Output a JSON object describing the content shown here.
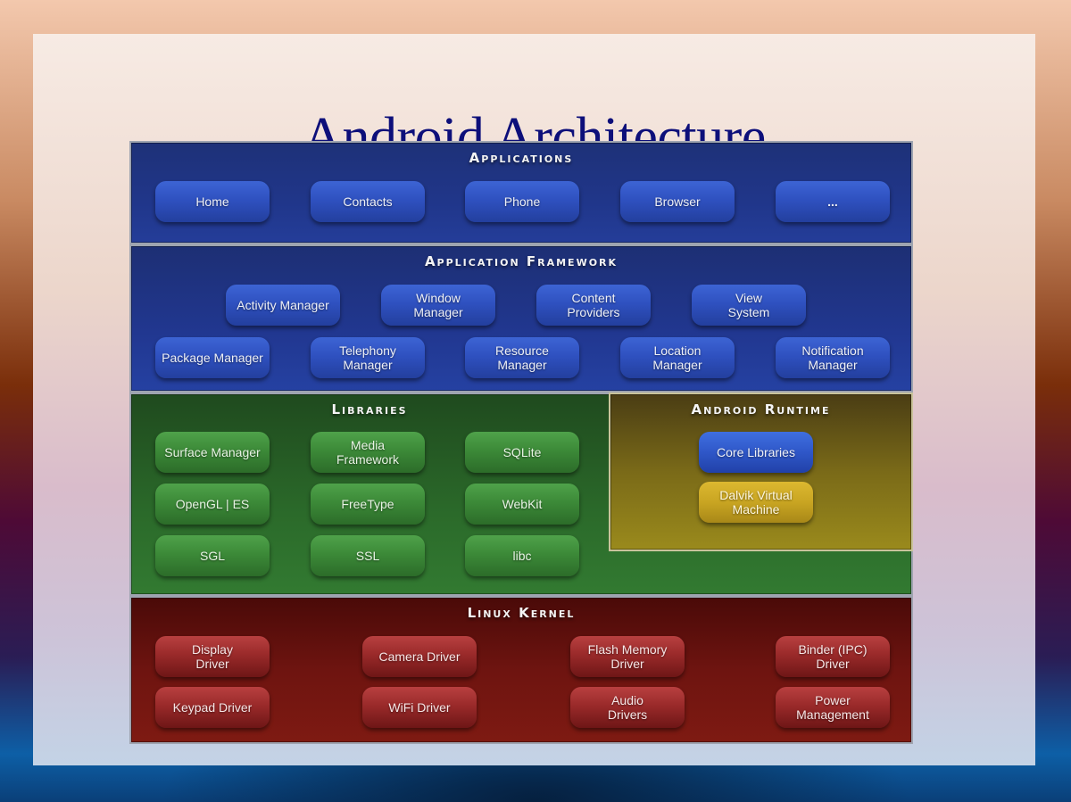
{
  "slide": {
    "title": "Android Architecture"
  },
  "diagram": {
    "applications": {
      "title": "Applications",
      "color": "#20368a",
      "items": [
        "Home",
        "Contacts",
        "Phone",
        "Browser",
        "..."
      ]
    },
    "application_framework": {
      "title": "Application Framework",
      "color": "#213790",
      "row1": [
        "Activity Manager",
        "Window\nManager",
        "Content\nProviders",
        "View\nSystem"
      ],
      "row2": [
        "Package Manager",
        "Telephony\nManager",
        "Resource\nManager",
        "Location\nManager",
        "Notification\nManager"
      ]
    },
    "libraries": {
      "title": "Libraries",
      "color": "#2b6a2a",
      "items": [
        "Surface Manager",
        "Media\nFramework",
        "SQLite",
        "OpenGL | ES",
        "FreeType",
        "WebKit",
        "SGL",
        "SSL",
        "libc"
      ]
    },
    "android_runtime": {
      "title": "Android Runtime",
      "color": "#7a6a18",
      "items": [
        "Core Libraries",
        "Dalvik Virtual\nMachine"
      ]
    },
    "linux_kernel": {
      "title": "Linux Kernel",
      "color": "#6e1410",
      "row1": [
        "Display\nDriver",
        "Camera Driver",
        "Flash Memory\nDriver",
        "Binder (IPC)\nDriver"
      ],
      "row2": [
        "Keypad Driver",
        "WiFi Driver",
        "Audio\nDrivers",
        "Power\nManagement"
      ]
    }
  }
}
